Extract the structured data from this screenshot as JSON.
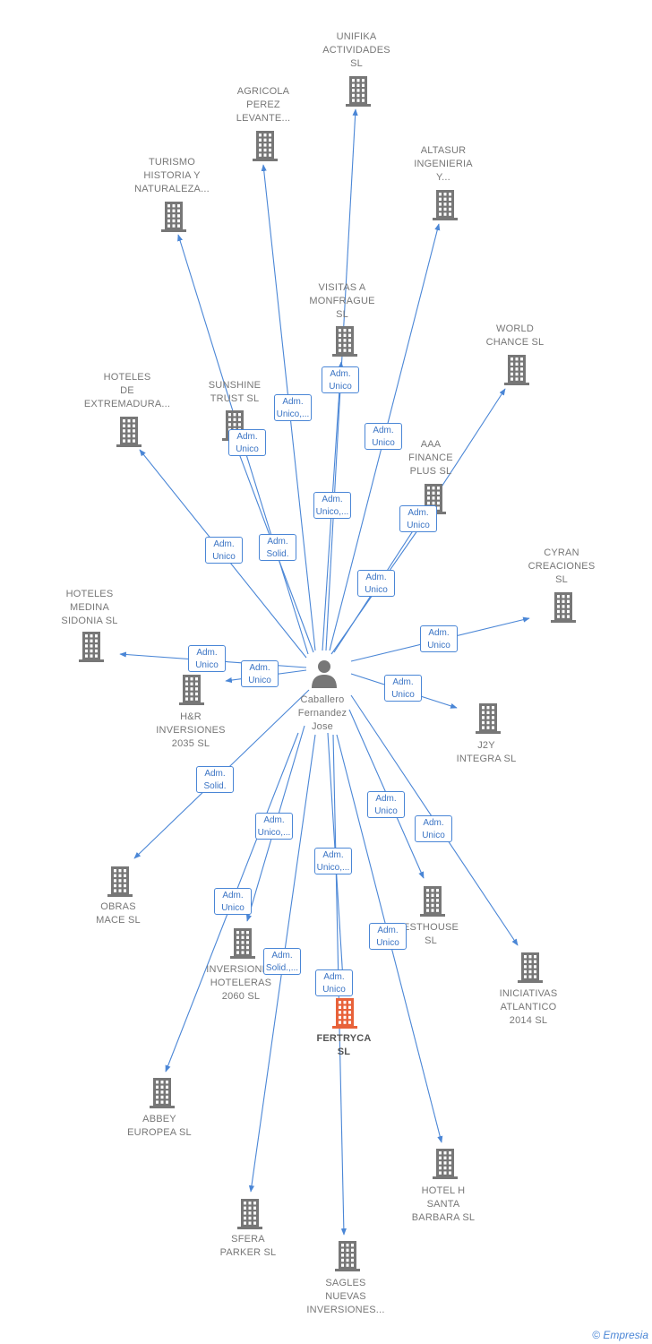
{
  "center": {
    "label": "Caballero\nFernandez\nJose"
  },
  "companies": [
    {
      "id": "unifika",
      "label": "UNIFIKA\nACTIVIDADES\nSL"
    },
    {
      "id": "agricola",
      "label": "AGRICOLA\nPEREZ\nLEVANTE..."
    },
    {
      "id": "turismo",
      "label": "TURISMO\nHISTORIA Y\nNATURALEZA..."
    },
    {
      "id": "altasur",
      "label": "ALTASUR\nINGENIERIA\nY..."
    },
    {
      "id": "visitas",
      "label": "VISITAS A\nMONFRAGUE\nSL"
    },
    {
      "id": "world",
      "label": "WORLD\nCHANCE  SL"
    },
    {
      "id": "hoteles_ext",
      "label": "HOTELES\nDE\nEXTREMADURA..."
    },
    {
      "id": "sunshine",
      "label": "SUNSHINE\nTRUST  SL"
    },
    {
      "id": "aaa",
      "label": "AAA\nFINANCE\nPLUS  SL"
    },
    {
      "id": "cyran",
      "label": "CYRAN\nCREACIONES\nSL"
    },
    {
      "id": "medina",
      "label": "HOTELES\nMEDINA\nSIDONIA  SL"
    },
    {
      "id": "hr",
      "label": "H&R\nINVERSIONES\n2035  SL"
    },
    {
      "id": "j2y",
      "label": "J2Y\nINTEGRA SL"
    },
    {
      "id": "obras",
      "label": "OBRAS\nMACE SL"
    },
    {
      "id": "esthouse",
      "label": "ESTHOUSE\nSL"
    },
    {
      "id": "iniciativas",
      "label": "INICIATIVAS\nATLANTICO\n2014  SL"
    },
    {
      "id": "inversiones",
      "label": "INVERSIONES\nHOTELERAS\n2060  SL"
    },
    {
      "id": "fertryca",
      "label": "FERTRYCA\nSL",
      "highlight": true
    },
    {
      "id": "abbey",
      "label": "ABBEY\nEUROPEA  SL"
    },
    {
      "id": "hotelh",
      "label": "HOTEL H\nSANTA\nBARBARA  SL"
    },
    {
      "id": "sfera",
      "label": "SFERA\nPARKER  SL"
    },
    {
      "id": "sagles",
      "label": "SAGLES\nNUEVAS\nINVERSIONES..."
    }
  ],
  "roles": {
    "unifika": "Adm.\nUnico",
    "agricola": "Adm.\nUnico,...",
    "turismo": "Adm.\nUnico",
    "altasur": "Adm.\nUnico",
    "visitas": "Adm.\nUnico,...",
    "world": "Adm.\nUnico",
    "hoteles_ext": "Adm.\nUnico",
    "sunshine": "Adm.\nSolid.",
    "aaa": "Adm.\nUnico",
    "cyran": "Adm.\nUnico",
    "medina": "Adm.\nUnico",
    "hr": "Adm.\nUnico",
    "j2y": "Adm.\nUnico",
    "obras": "Adm.\nSolid.",
    "esthouse": "Adm.\nUnico",
    "iniciativas": "Adm.\nUnico",
    "inversiones": "Adm.\nUnico,...",
    "fertryca": "Adm.\nUnico,...",
    "abbey": "Adm.\nUnico",
    "hotelh": "Adm.\nUnico",
    "sfera": "Adm.\nSolid.,...",
    "sagles": "Adm.\nUnico"
  },
  "colors": {
    "edge": "#4a86d6",
    "building": "#777777",
    "highlight": "#e8623a"
  },
  "watermark": "© Empresia"
}
